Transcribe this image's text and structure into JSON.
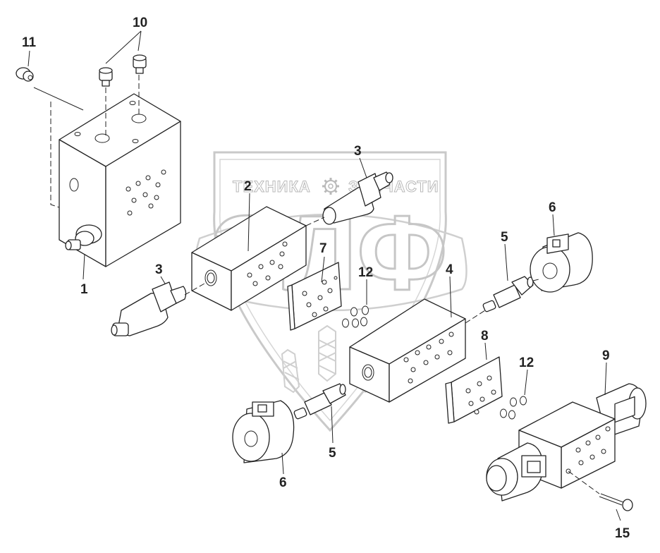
{
  "watermark": {
    "left_word": "ТЕХНИКА",
    "right_word": "ЗАПЧАСТИ",
    "letters": "ЭЛФ",
    "gear_icon": "gear-icon"
  },
  "callouts": {
    "c1": "1",
    "c2": "2",
    "c3a": "3",
    "c3b": "3",
    "c4": "4",
    "c5a": "5",
    "c5b": "5",
    "c6a": "6",
    "c6b": "6",
    "c7": "7",
    "c8": "8",
    "c9": "9",
    "c10": "10",
    "c11": "11",
    "c12a": "12",
    "c12b": "12",
    "c15": "15"
  }
}
